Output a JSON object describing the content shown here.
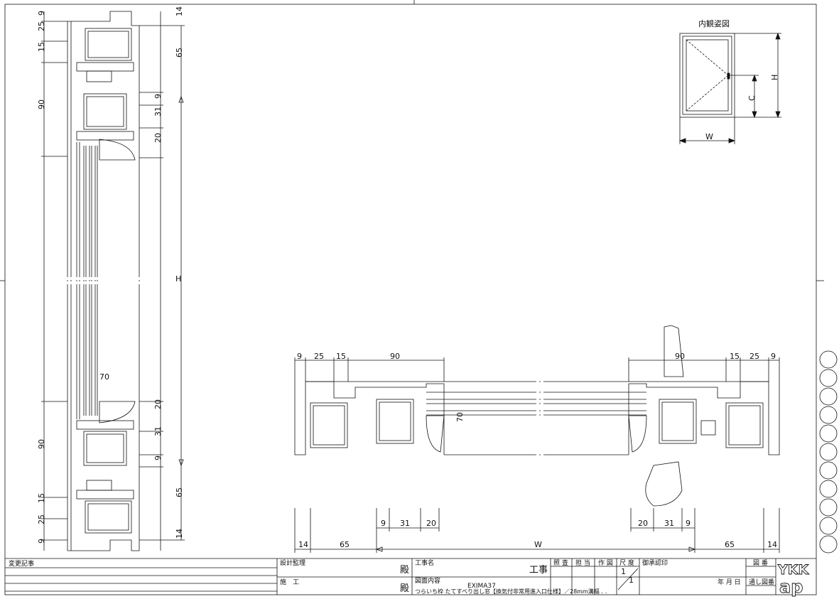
{
  "elevation": {
    "title": "内観姿図",
    "label_w": "W",
    "label_h": "H",
    "label_c": "C"
  },
  "vertical_section": {
    "dims_left": [
      "9",
      "25",
      "15",
      "90",
      "90",
      "15",
      "25",
      "9"
    ],
    "dims_right_top": [
      "14",
      "65",
      "9",
      "31",
      "20"
    ],
    "dims_right_bottom": [
      "20",
      "31",
      "9",
      "65",
      "14"
    ],
    "label_h": "H",
    "glass_dim": "70"
  },
  "horizontal_section": {
    "dims_top_left": [
      "9",
      "25",
      "15",
      "90"
    ],
    "dims_top_right": [
      "90",
      "15",
      "25",
      "9"
    ],
    "dims_bottom_left": [
      "14",
      "65",
      "9",
      "31",
      "20"
    ],
    "dims_bottom_right": [
      "20",
      "31",
      "9",
      "65",
      "14"
    ],
    "label_w": "W",
    "glass_dim": "70"
  },
  "title_block": {
    "change_record": "変更記事",
    "design_supervision": "設計監理",
    "construction": "施　工",
    "honorific_1": "殿",
    "honorific_2": "殿",
    "project_name": "工事名",
    "project_suffix": "工事",
    "drawing_content": "図面内容",
    "model": "EXIMA37",
    "description": "つらいち枠 たてすべり出し窓【換気付非常用進入口仕様】／28mm溝幅",
    "check": "照 査",
    "charge": "担 当",
    "drawing": "作 図",
    "scale": "尺 度",
    "scale_num": "1",
    "scale_den": "1",
    "approval": "御承認印",
    "date": "年 月 日",
    "drawing_no": "図 番",
    "serial_no": "通し図番",
    "dots_1": ". .",
    "dots_2": ". .",
    "logo_top": "YKK",
    "logo_bottom": "ap"
  }
}
